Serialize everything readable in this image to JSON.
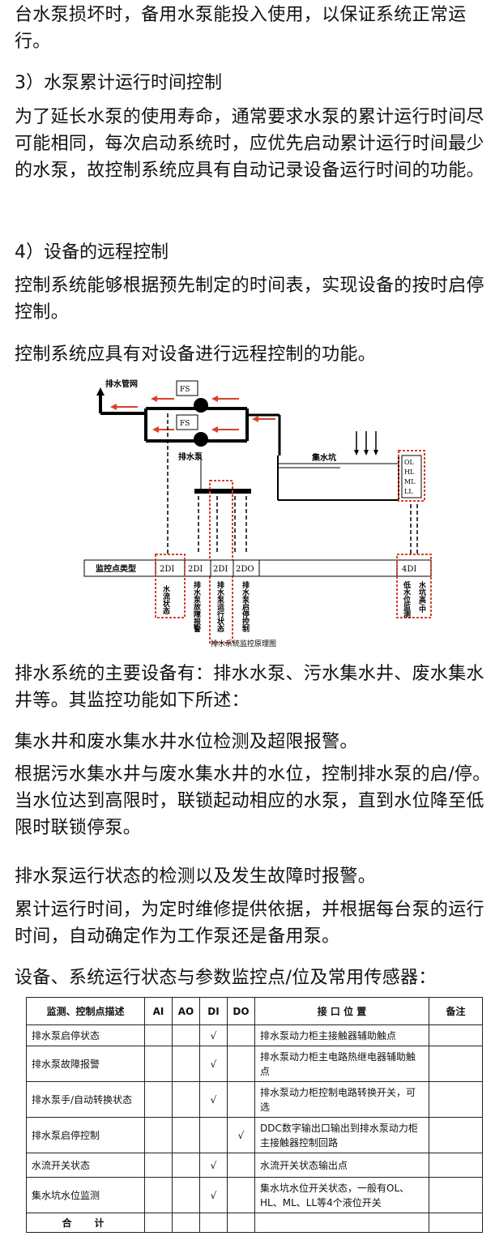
{
  "paragraphs": {
    "p1": "台水泵损坏时，备用水泵能投入使用，以保证系统正常运行。",
    "h3": "3）水泵累计运行时间控制",
    "p2": "为了延长水泵的使用寿命，通常要求水泵的累计运行时间尽可能相同，每次启动系统时，应优先启动累计运行时间最少的水泵，故控制系统应具有自动记录设备运行时间的功能。",
    "h4": "4）设备的远程控制",
    "p3": "控制系统能够根据预先制定的时间表，实现设备的按时启停控制。",
    "p4": "控制系统应具有对设备进行远程控制的功能。",
    "p5": "排水系统的主要设备有：排水水泵、污水集水井、废水集水井等。其监控功能如下所述：",
    "p6": "集水井和废水集水井水位检测及超限报警。",
    "p7": "根据污水集水井与废水集水井的水位，控制排水泵的启/停。当水位达到高限时，联锁起动相应的水泵，直到水位降至低限时联锁停泵。",
    "p8": "排水泵运行状态的检测以及发生故障时报警。",
    "p9": "累计运行时间，为定时维修提供依据，并根据每台泵的运行时间，自动确定作为工作泵还是备用泵。",
    "p10": "设备、系统运行状态与参数监控点/位及常用传感器："
  },
  "diagram": {
    "drain_network": "排水管网",
    "fs_top": "FS",
    "fs_bottom": "FS",
    "pump_label": "排水泵",
    "sump_label": "集水坑",
    "levels": [
      "OL",
      "HL",
      "ML",
      "LL"
    ],
    "point_type_label": "监控点类型",
    "cells": [
      "2DI",
      "2DI",
      "2DI",
      "2DO",
      "4DI"
    ],
    "vert_labels": [
      "水流状态",
      "排水泵故障报警",
      "排水泵运行状态",
      "排水泵启停控制",
      "低水位监测",
      "水坑高/中"
    ],
    "caption": "排水系统监控原理图"
  },
  "table": {
    "headers": [
      "监测、控制点描述",
      "AI",
      "AO",
      "DI",
      "DO",
      "接 口 位 置",
      "备注"
    ],
    "rows": [
      {
        "desc": "排水泵启停状态",
        "ai": "",
        "ao": "",
        "di": "√",
        "do": "",
        "iface": "排水泵动力柜主接触器辅助触点",
        "note": ""
      },
      {
        "desc": "排水泵故障报警",
        "ai": "",
        "ao": "",
        "di": "√",
        "do": "",
        "iface": "排水泵动力柜主电路热继电器辅助触点",
        "note": ""
      },
      {
        "desc": "排水泵手/自动转换状态",
        "ai": "",
        "ao": "",
        "di": "√",
        "do": "",
        "iface": "排水泵动力柜控制电路转换开关，可选",
        "note": ""
      },
      {
        "desc": "排水泵启停控制",
        "ai": "",
        "ao": "",
        "di": "",
        "do": "√",
        "iface": "DDC数字输出口输出到排水泵动力柜主接触器控制回路",
        "note": ""
      },
      {
        "desc": "水流开关状态",
        "ai": "",
        "ao": "",
        "di": "√",
        "do": "",
        "iface": "水流开关状态输出点",
        "note": ""
      },
      {
        "desc": "集水坑水位监测",
        "ai": "",
        "ao": "",
        "di": "√",
        "do": "",
        "iface": "集水坑水位开关状态，一般有OL、HL、ML、LL等4个液位开关",
        "note": ""
      }
    ],
    "total_label": "合计"
  }
}
